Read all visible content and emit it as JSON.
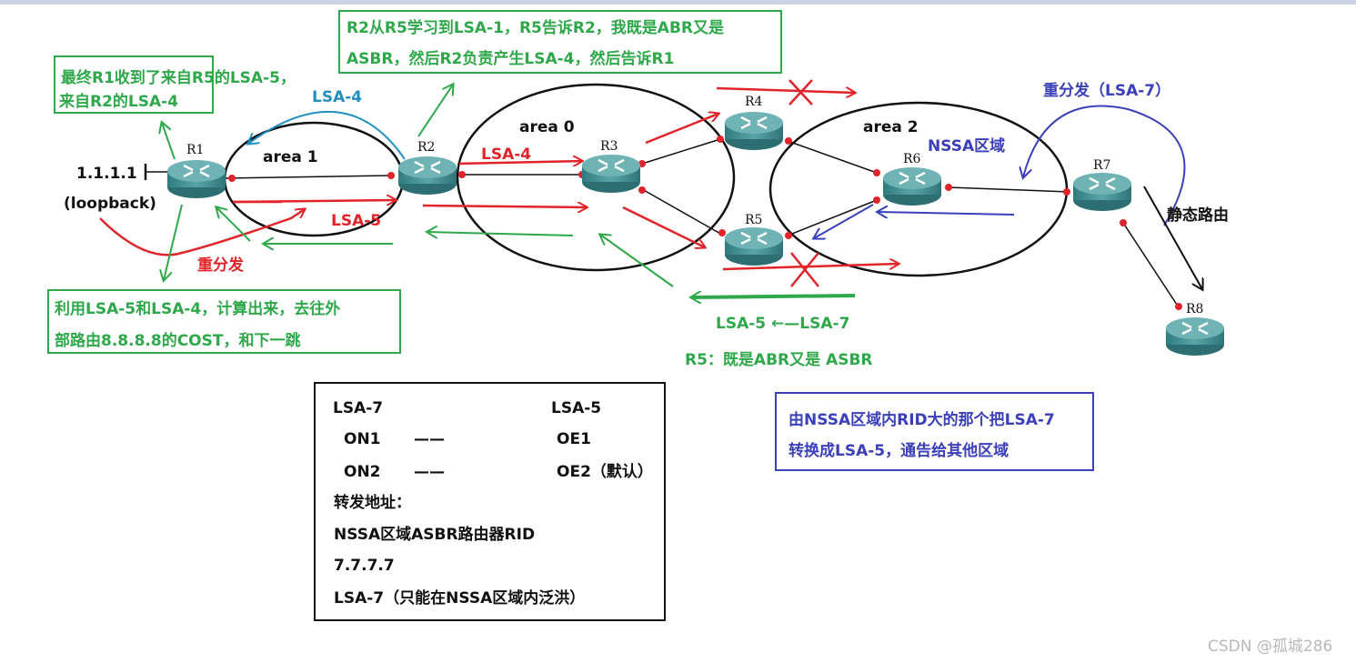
{
  "routers": [
    "R1",
    "R2",
    "R3",
    "R4",
    "R5",
    "R6",
    "R7",
    "R8"
  ],
  "areas": {
    "area1": "area 1",
    "area0": "area 0",
    "area2": "area 2",
    "nssa": "NSSA区域"
  },
  "loopback": {
    "ip": "1.1.1.1",
    "label": "(loopback)"
  },
  "notes": {
    "top": [
      "R2从R5学习到LSA-1，R5告诉R2，我既是ABR又是",
      "ASBR，然后R2负责产生LSA-4，然后告诉R1"
    ],
    "left": [
      "最终R1收到了来自R5的LSA-5，",
      "来自R2的LSA-4"
    ],
    "bottom_left": [
      "利用LSA-5和LSA-4，计算出来，去往外",
      "部路由8.8.8.8的COST，和下一跳"
    ],
    "blue": [
      "由NSSA区域内RID大的那个把LSA-7",
      "转换成LSA-5，通告给其他区域"
    ]
  },
  "labels": {
    "lsa4_blue": "LSA-4",
    "lsa4_red": "LSA-4",
    "lsa5_red": "LSA-5",
    "redistribute": "重分发",
    "redistribute_lsa7": "重分发（LSA-7）",
    "static_route": "静态路由",
    "lsa5_from_lsa7": "LSA-5 ←—LSA-7",
    "r5_role": "R5：既是ABR又是  ASBR"
  },
  "legend": {
    "lsa7_header": "LSA-7",
    "lsa5_header": "LSA-5",
    "on1": "ON1",
    "on2": "ON2",
    "dash": "——",
    "oe1": "OE1",
    "oe2": "OE2（默认）",
    "forward_label": "转发地址：",
    "forward_desc": "NSSA区域ASBR路由器RID",
    "rid": "7.7.7.7",
    "flood_note": "LSA-7（只能在NSSA区域内泛洪）"
  },
  "watermark": "CSDN @孤城286",
  "colors": {
    "green": "#2ea84a",
    "red": "#e0242a",
    "blue": "#3b3fb8",
    "cyan": "#1f8fc0",
    "router": "#3f8f93"
  }
}
